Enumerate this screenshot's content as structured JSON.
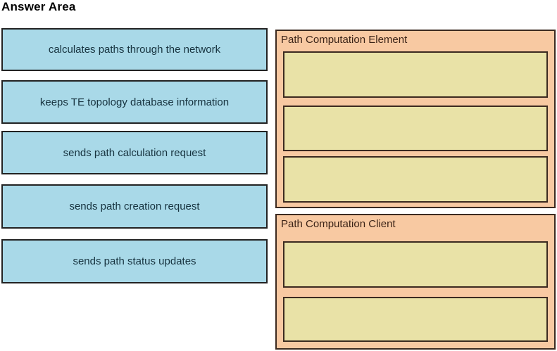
{
  "title": "Answer Area",
  "options": [
    {
      "label": "calculates paths through the network"
    },
    {
      "label": "keeps TE topology database information"
    },
    {
      "label": "sends path calculation request"
    },
    {
      "label": "sends path creation request"
    },
    {
      "label": "sends path status updates"
    }
  ],
  "targets": [
    {
      "title": "Path Computation Element",
      "slot_count": 3,
      "slot_values": [
        "",
        "",
        ""
      ]
    },
    {
      "title": "Path Computation Client",
      "slot_count": 2,
      "slot_values": [
        "",
        ""
      ]
    }
  ],
  "colors": {
    "option_bg": "#a9d9e8",
    "option_border": "#222222",
    "option_text": "#17333f",
    "container_bg": "#f8c9a2",
    "container_border": "#3c2a20",
    "container_text": "#3b2317",
    "slot_bg": "#e9e2a7",
    "slot_border": "#3c2a20",
    "title_text": "#000000",
    "page_bg": "#ffffff"
  }
}
